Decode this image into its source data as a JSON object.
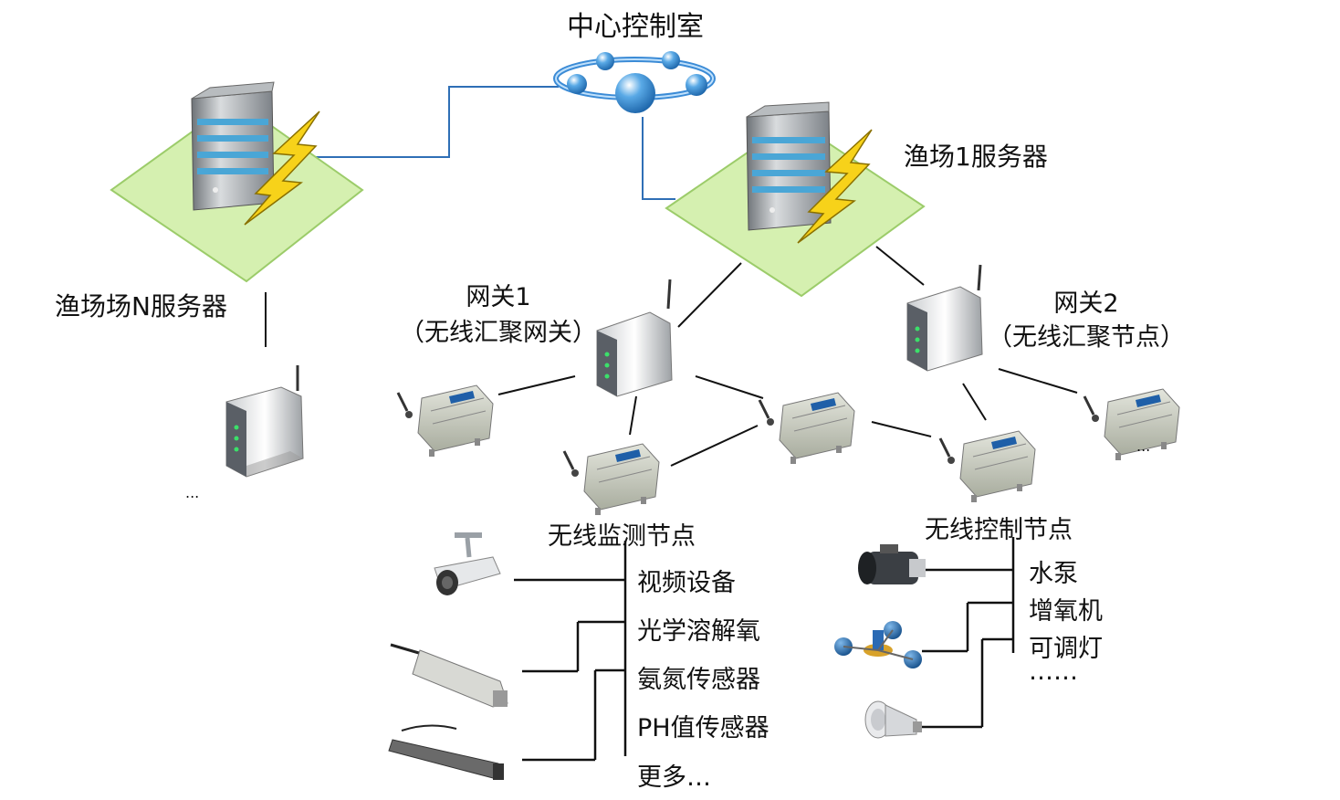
{
  "labels": {
    "control_room": "中心控制室",
    "farm1_server": "渔场1服务器",
    "farmN_server": "渔场场N服务器",
    "gateway1_name": "网关1",
    "gateway1_desc": "（无线汇聚网关）",
    "gateway2_name": "网关2",
    "gateway2_desc": "（无线汇聚节点）",
    "ellipsis_left": "...",
    "ellipsis_right": "...",
    "monitor_node_title": "无线监测节点",
    "control_node_title": "无线控制节点"
  },
  "monitor_devices": [
    "视频设备",
    "光学溶解氧",
    "氨氮传感器",
    "PH值传感器",
    "更多…"
  ],
  "control_devices": [
    "水泵",
    "增氧机",
    "可调灯",
    "……"
  ],
  "colors": {
    "link_blue": "#2f6fb6",
    "link_black": "#111111",
    "server_pad": "#d5f0b0",
    "server_pad_edge": "#9ccc6a",
    "lightning": "#f7d21a",
    "node_body": "#cfd2c6",
    "node_badge": "#1f5fa8"
  },
  "icons": [
    "network-ring-icon",
    "server-icon",
    "lightning-icon",
    "router-icon",
    "sensor-node-icon",
    "camera-icon",
    "probe-icon",
    "pump-icon",
    "aerator-icon",
    "lamp-icon"
  ]
}
